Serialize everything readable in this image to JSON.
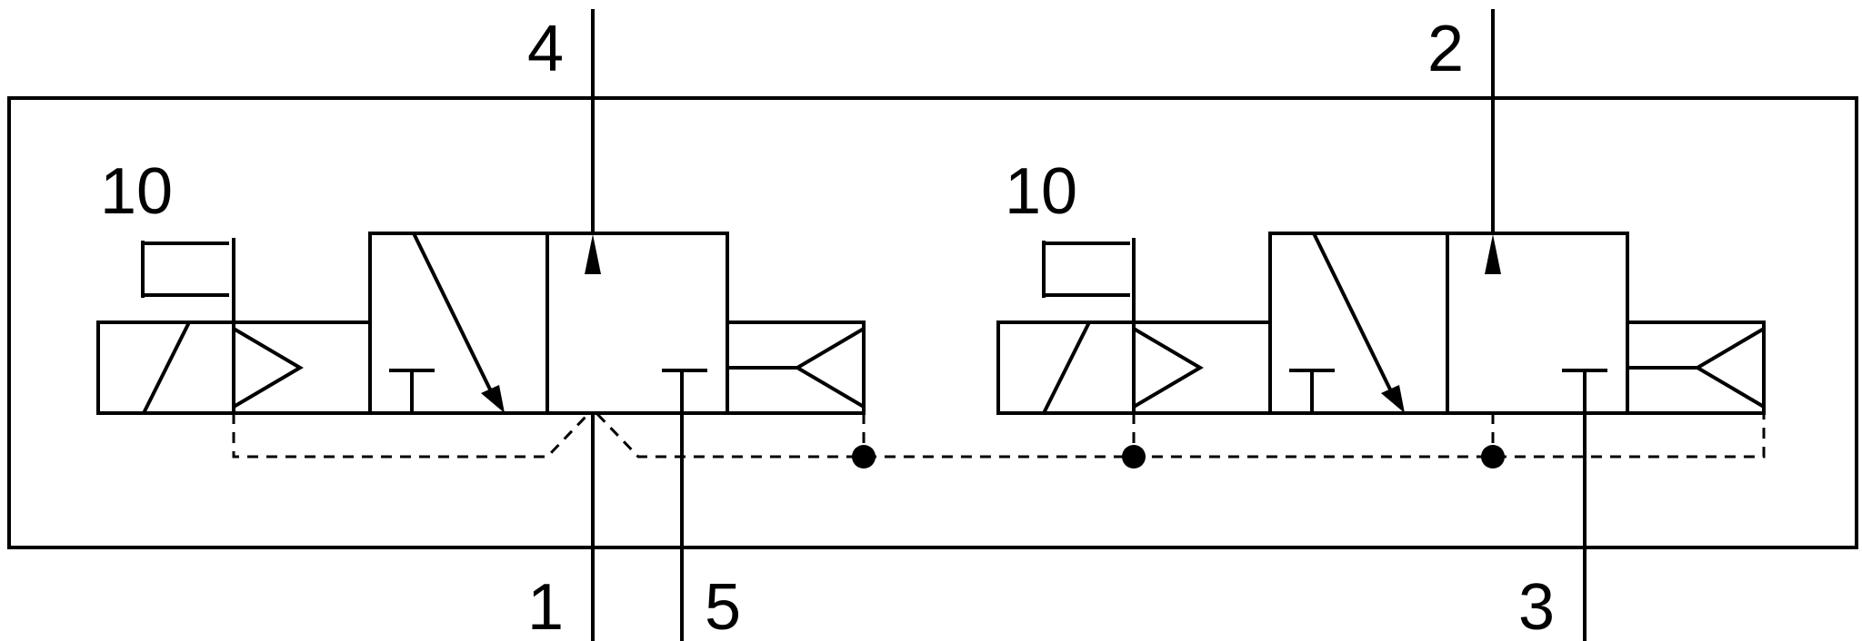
{
  "diagram": {
    "ports": {
      "port_4": "4",
      "port_2": "2",
      "port_1": "1",
      "port_5": "5",
      "port_3": "3"
    },
    "pilots": {
      "left_pilot_label": "10",
      "right_pilot_label": "10"
    },
    "colors": {
      "line": "#000000",
      "background": "#ffffff"
    }
  }
}
